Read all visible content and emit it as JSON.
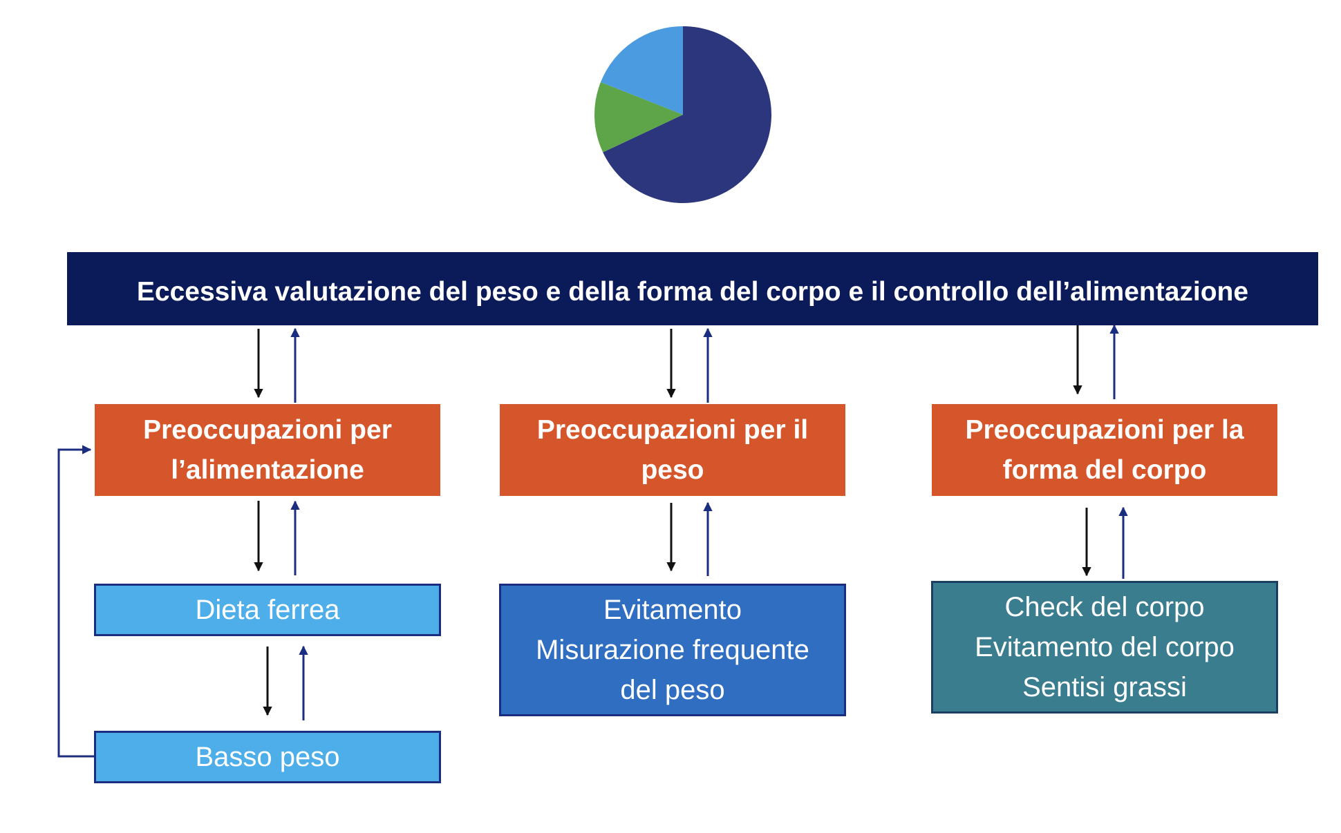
{
  "colors": {
    "top_bar": "#0b1a58",
    "concern_box": "#d5562a",
    "diet_box": "#4daee9",
    "weight_box": "#2f6ec0",
    "shape_box": "#3a7d8f",
    "arrow_down": "#111111",
    "arrow_up": "#1b2d7e"
  },
  "chart_data": {
    "type": "pie",
    "slices": [
      {
        "value": 68,
        "color": "#2b367c"
      },
      {
        "value": 13,
        "color": "#5ea448"
      },
      {
        "value": 19,
        "color": "#4a9be0"
      }
    ]
  },
  "diagram": {
    "top_bar": {
      "text": "Eccessiva valutazione del peso e della forma del corpo e il controllo dell’alimentazione"
    },
    "food": {
      "concern_lines": [
        "Preoccupazioni per",
        "l’alimentazione"
      ],
      "behaviour": "Dieta ferrea",
      "consequence": "Basso peso"
    },
    "weight": {
      "concern_lines": [
        "Preoccupazioni per il",
        "peso"
      ],
      "behaviour_lines": [
        "Evitamento",
        "Misurazione frequente",
        "del peso"
      ]
    },
    "shape": {
      "concern_lines": [
        "Preoccupazioni per la",
        "forma del corpo"
      ],
      "behaviour_lines": [
        "Check del corpo",
        "Evitamento del corpo",
        "Sentisi grassi"
      ]
    }
  }
}
